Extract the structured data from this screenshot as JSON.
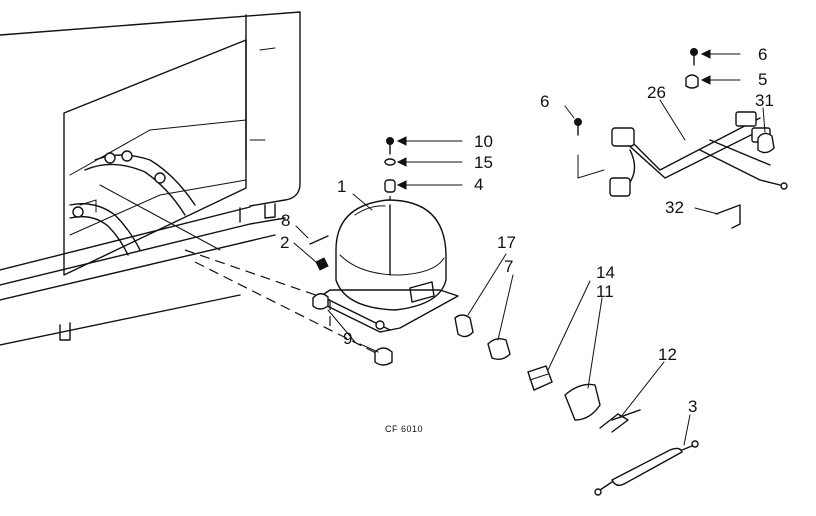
{
  "diagram": {
    "drawing_code": "CF 6010",
    "callouts": [
      "1",
      "2",
      "3",
      "4",
      "5",
      "6",
      "6",
      "7",
      "8",
      "9",
      "10",
      "11",
      "12",
      "14",
      "15",
      "17",
      "26",
      "31",
      "32"
    ]
  }
}
